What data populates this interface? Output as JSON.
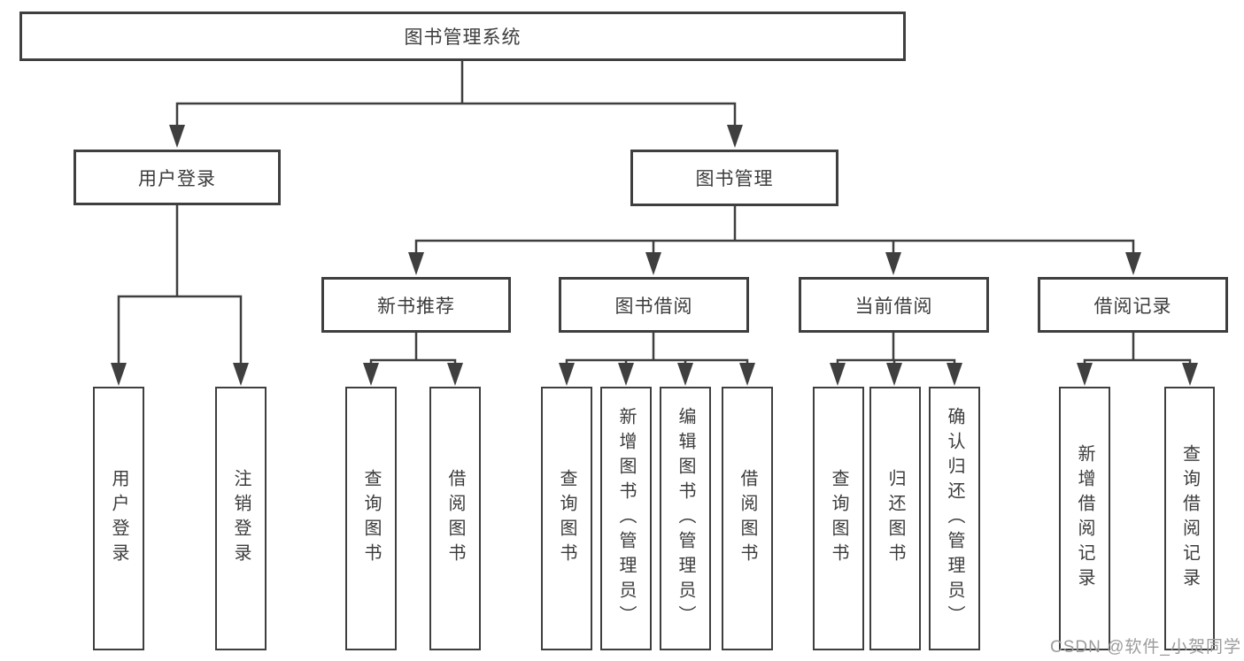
{
  "tree": {
    "root": {
      "label": "图书管理系统"
    },
    "branches": [
      {
        "label": "用户登录",
        "leaves": [
          {
            "label": "用户登录"
          },
          {
            "label": "注销登录"
          }
        ]
      },
      {
        "label": "图书管理",
        "groups": [
          {
            "label": "新书推荐",
            "leaves": [
              {
                "label": "查询图书"
              },
              {
                "label": "借阅图书"
              }
            ]
          },
          {
            "label": "图书借阅",
            "leaves": [
              {
                "label": "查询图书"
              },
              {
                "label": "新增图书（管理员）"
              },
              {
                "label": "编辑图书（管理员）"
              },
              {
                "label": "借阅图书"
              }
            ]
          },
          {
            "label": "当前借阅",
            "leaves": [
              {
                "label": "查询图书"
              },
              {
                "label": "归还图书"
              },
              {
                "label": "确认归还（管理员）"
              }
            ]
          },
          {
            "label": "借阅记录",
            "leaves": [
              {
                "label": "新增借阅记录"
              },
              {
                "label": "查询借阅记录"
              }
            ]
          }
        ]
      }
    ]
  },
  "watermark": {
    "text": "CSDN @软件_小贺同学"
  },
  "colors": {
    "line": "#3f3f3f",
    "text": "#3c3c3c",
    "watermark": "#9c9c9c",
    "background": "#ffffff"
  }
}
